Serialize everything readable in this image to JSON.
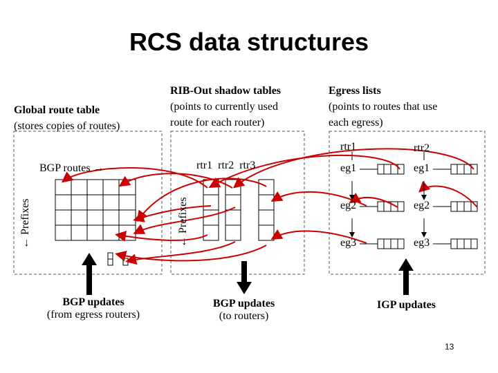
{
  "title": "RCS data structures",
  "global_table": {
    "heading": "Global route table",
    "subheading": "(stores copies of routes)",
    "bgp_routes_label": "BGP routes",
    "arrow_right": "→",
    "prefixes_label": "Prefixes",
    "arrow_left": "←"
  },
  "rib_out": {
    "heading": "RIB-Out shadow tables",
    "subheading_1": "(points to currently used",
    "subheading_2": "route for each router)",
    "columns": [
      "rtr1",
      "rtr2",
      "rtr3"
    ],
    "prefixes_label": "Prefixes",
    "arrow_left": "←"
  },
  "egress": {
    "heading": "Egress lists",
    "subheading_1": "(points to routes that use",
    "subheading_2": "each egress)",
    "routers": [
      "rtr1",
      "rtr2"
    ],
    "egress_points": [
      "eg1",
      "eg2",
      "eg3"
    ]
  },
  "updates": {
    "bgp_from": {
      "line1": "BGP updates",
      "line2": "(from egress routers)"
    },
    "bgp_to": {
      "line1": "BGP updates",
      "line2": "(to routers)"
    },
    "igp": {
      "line1": "IGP updates"
    }
  },
  "page_number": "13",
  "colors": {
    "arrow_red": "#cc0000",
    "border_dash": "#555555"
  }
}
